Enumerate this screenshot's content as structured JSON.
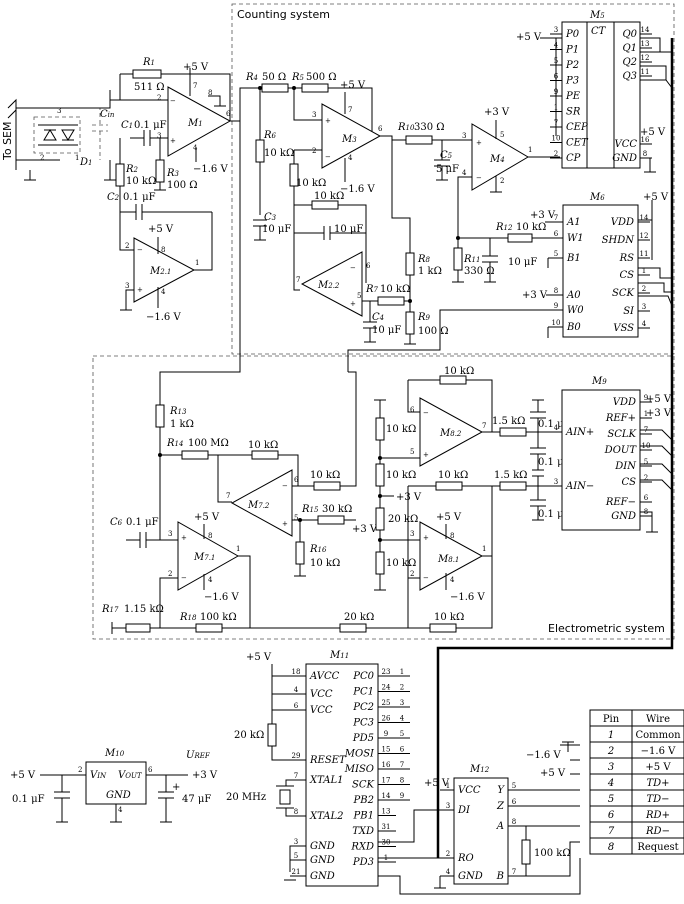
{
  "sections": {
    "counting": "Counting system",
    "electrometric": "Electrometric system",
    "to_sem": "To SEM"
  },
  "chips": {
    "M1": "M",
    "M1s": "1",
    "M21": "M",
    "M21s": "2.1",
    "M22": "M",
    "M22s": "2.2",
    "M3": "M",
    "M3s": "3",
    "M4": "M",
    "M4s": "4",
    "M5": "M",
    "M5s": "5",
    "M6": "M",
    "M6s": "6",
    "M71": "M",
    "M71s": "7.1",
    "M72": "M",
    "M72s": "7.2",
    "M81": "M",
    "M81s": "8.1",
    "M82": "M",
    "M82s": "8.2",
    "M9": "M",
    "M9s": "9",
    "M10": "M",
    "M10s": "10",
    "M11": "M",
    "M11s": "11",
    "M12": "M",
    "M12s": "12"
  },
  "components": {
    "R1": "R",
    "R1s": "1",
    "R1v": "511 Ω",
    "R2": "R",
    "R2s": "2",
    "R2v": "10 kΩ",
    "R3": "R",
    "R3s": "3",
    "R3v": "100 Ω",
    "R4": "R",
    "R4s": "4",
    "R4v": "50 Ω",
    "R5": "R",
    "R5s": "5",
    "R5v": "500 Ω",
    "R6": "R",
    "R6s": "6",
    "R6v": "10 kΩ",
    "R7": "R",
    "R7s": "7",
    "R7v": "10 kΩ",
    "R8": "R",
    "R8s": "8",
    "R8v": "1 kΩ",
    "R9": "R",
    "R9s": "9",
    "R9v": "100 Ω",
    "R10": "R",
    "R10s": "10",
    "R10v": "330 Ω",
    "R11": "R",
    "R11s": "11",
    "R11v": "330 Ω",
    "R12": "R",
    "R12s": "12",
    "R12v": "10 kΩ",
    "R13": "R",
    "R13s": "13",
    "R13v": "1 kΩ",
    "R14": "R",
    "R14s": "14",
    "R14v": "100 MΩ",
    "R15": "R",
    "R15s": "15",
    "R15v": "30 kΩ",
    "R16": "R",
    "R16s": "16",
    "R16v": "10 kΩ",
    "R17": "R",
    "R17s": "17",
    "R17v": "1.15 kΩ",
    "R18": "R",
    "R18s": "18",
    "R18v": "100 kΩ",
    "C1": "C",
    "C1s": "1",
    "C1v": "0.1 μF",
    "C2": "C",
    "C2s": "2",
    "C2v": "0.1 μF",
    "C3": "C",
    "C3s": "3",
    "C3v": "10 μF",
    "C4": "C",
    "C4s": "4",
    "C4v": "10 μF",
    "C5": "C",
    "C5s": "5",
    "C5v": "5 μF",
    "C6": "C",
    "C6s": "6",
    "C6v": "0.1 μF",
    "Cin": "C",
    "Cins": "in",
    "D1": "D",
    "D1s": "1",
    "Uref": "U",
    "Urefs": "REF"
  },
  "labels": {
    "p5v": "+5 V",
    "m16v": "−1.6 V",
    "p3v": "+3 V",
    "k10": "10 kΩ",
    "k20": "20 kΩ",
    "k15": "1.5 kΩ",
    "u10": "10 μF",
    "u01": "0.1 μF",
    "u47": "47 μF",
    "mhz": "20 MHz",
    "k100": "100 kΩ"
  },
  "m5_pins": {
    "left": [
      "P0",
      "P1",
      "P2",
      "P3",
      "PE",
      "SR",
      "CEP",
      "CET",
      "CP"
    ],
    "left_nums": [
      "3",
      "4",
      "5",
      "6",
      "9",
      "1",
      "7",
      "10",
      "2"
    ],
    "ct": "CT",
    "right": [
      "Q0",
      "Q1",
      "Q2",
      "Q3",
      "VCC",
      "GND"
    ],
    "right_nums": [
      "14",
      "13",
      "12",
      "11",
      "16",
      "8"
    ]
  },
  "m6_pins": {
    "left": [
      "A1",
      "W1",
      "B1",
      "A0",
      "W0",
      "B0"
    ],
    "left_nums": [
      "7",
      "6",
      "5",
      "8",
      "9",
      "10"
    ],
    "right": [
      "VDD",
      "SHDN",
      "RS",
      "CS",
      "SCK",
      "SI",
      "VSS"
    ],
    "right_nums": [
      "14",
      "12",
      "11",
      "1",
      "2",
      "3",
      "4"
    ]
  },
  "m9_pins": {
    "left": [
      "AIN+",
      "AIN−"
    ],
    "left_nums": [
      "4",
      "3"
    ],
    "right": [
      "VDD",
      "REF+",
      "SCLK",
      "DOUT",
      "DIN",
      "CS",
      "REF−",
      "GND"
    ],
    "right_nums": [
      "9",
      "1",
      "7",
      "10",
      "5",
      "2",
      "6",
      "8"
    ]
  },
  "m10_pins": {
    "vin": "V",
    "vins": "IN",
    "vout": "V",
    "vouts": "OUT",
    "gnd": "GND",
    "n_in": "2",
    "n_out": "6",
    "n_gnd": "4"
  },
  "m11_pins": {
    "left": [
      "AVCC",
      "VCC",
      "VCC",
      "RESET",
      "XTAL1",
      "XTAL2",
      "GND",
      "GND",
      "GND"
    ],
    "left_nums": [
      "18",
      "4",
      "6",
      "29",
      "7",
      "8",
      "3",
      "5",
      "21"
    ],
    "right": [
      "PC0",
      "PC1",
      "PC2",
      "PC3",
      "PD5",
      "MOSI",
      "MISO",
      "SCK",
      "PB2",
      "PB1",
      "TXD",
      "RXD",
      "PD3"
    ],
    "right_nums": [
      "23",
      "24",
      "25",
      "26",
      "9",
      "15",
      "16",
      "17",
      "14",
      "13",
      "31",
      "30",
      "1"
    ],
    "ext_nums": [
      "1",
      "2",
      "3",
      "4",
      "5",
      "6",
      "7",
      "8",
      "9",
      "",
      "",
      "",
      ""
    ]
  },
  "m12_pins": {
    "left": [
      "VCC",
      "DI",
      "RO",
      "GND"
    ],
    "left_nums": [
      "1",
      "3",
      "2",
      "4"
    ],
    "right": [
      "Y",
      "Z",
      "A",
      "B"
    ],
    "right_nums": [
      "5",
      "6",
      "8",
      "7"
    ]
  },
  "table": {
    "headers": [
      "Pin",
      "Wire"
    ],
    "rows": [
      [
        "1",
        "Common"
      ],
      [
        "2",
        "−1.6 V"
      ],
      [
        "3",
        "+5 V"
      ],
      [
        "4",
        "TD+"
      ],
      [
        "5",
        "TD−"
      ],
      [
        "6",
        "RD+"
      ],
      [
        "7",
        "RD−"
      ],
      [
        "8",
        "Request"
      ]
    ]
  }
}
